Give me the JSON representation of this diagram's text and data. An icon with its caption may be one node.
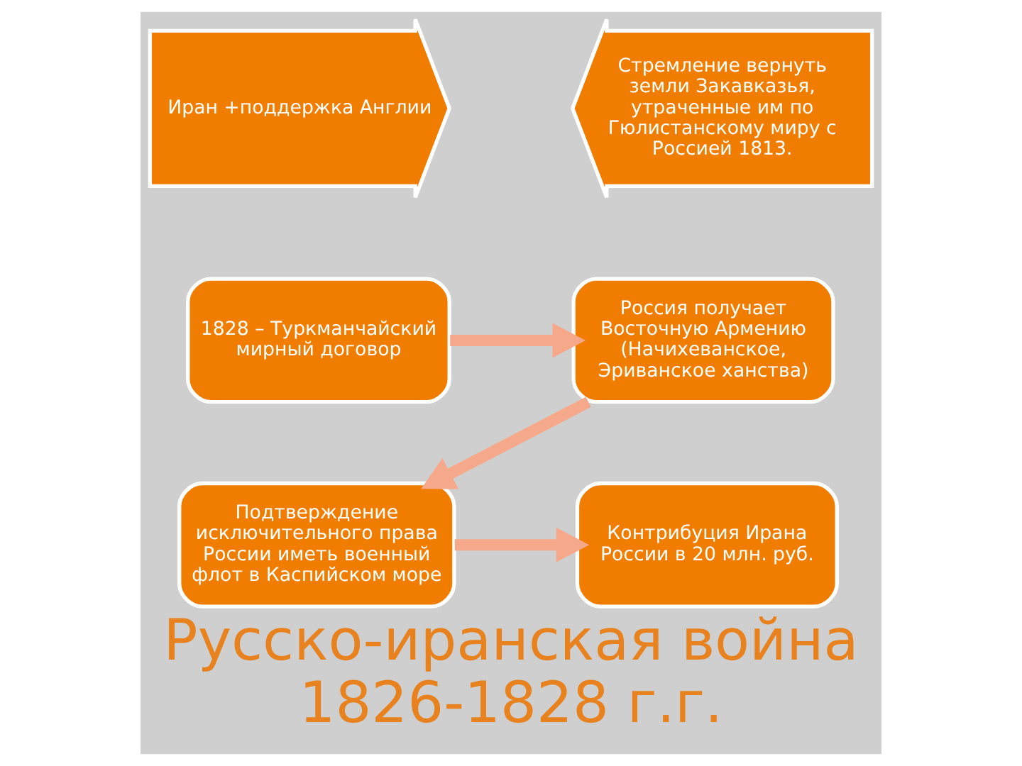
{
  "diagram": {
    "title": "Русско-иранская война 1826-1828 г.г.",
    "nodes": [
      {
        "text": [
          "Иран +поддержка Англии"
        ]
      },
      {
        "text": [
          "Стремление вернуть земли Закавказья, утраченные им по Гюлистанскому миру с Россией 1813."
        ]
      },
      {
        "text": [
          "1828 – Туркманчайский мирный договор"
        ]
      },
      {
        "text": [
          "Россия получает Восточную Армению (Начихеванское, Эриванское ханства)"
        ]
      },
      {
        "text": [
          "Подтверждение исключительного права России иметь военный флот в Каспийском море"
        ]
      },
      {
        "text": [
          "Контрибуция Ирана России в 20 млн. руб."
        ]
      }
    ],
    "edges": [
      {
        "from": 2,
        "to": 3,
        "arrow": "to"
      },
      {
        "from": 3,
        "to": 4,
        "arrow": "to"
      },
      {
        "from": 4,
        "to": 5,
        "arrow": "to"
      }
    ]
  }
}
